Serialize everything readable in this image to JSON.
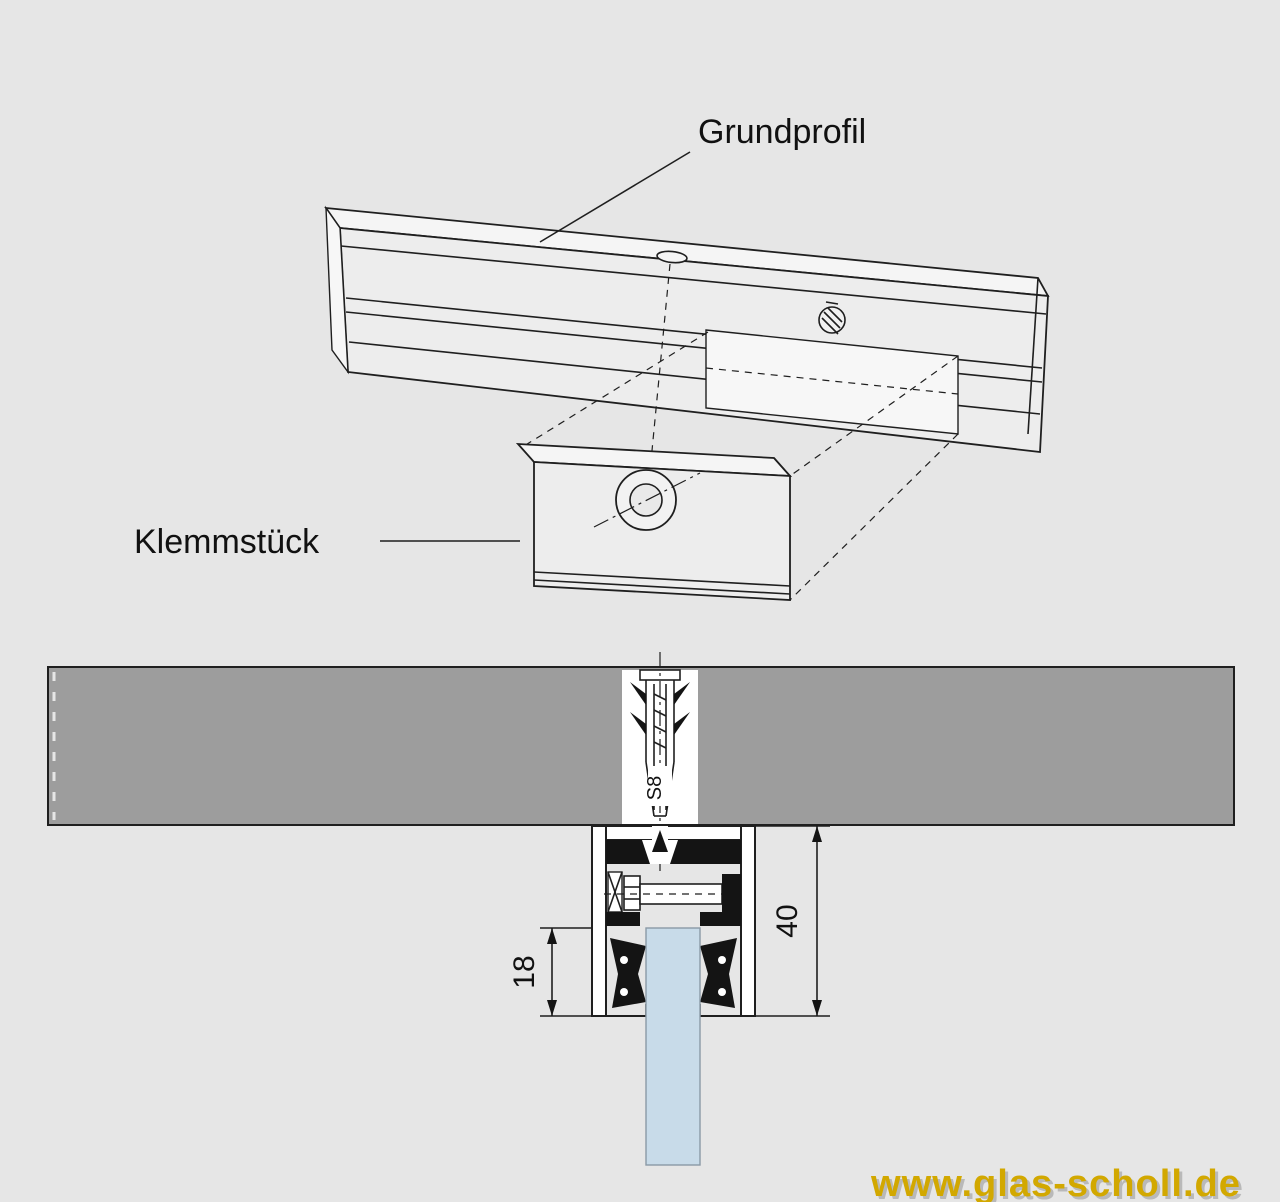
{
  "labels": {
    "grundprofil": "Grundprofil",
    "klemmstueck": "Klemmstück",
    "anchor_size": "S8",
    "dim_glass_depth": "18",
    "dim_profile_height": "40"
  },
  "watermark": {
    "text": "www.glas-scholl.de"
  },
  "colors": {
    "background": "#e6e6e6",
    "line": "#1f1f1f",
    "ceiling": "#9d9d9d",
    "glass": "#c8dbe9",
    "watermark_gold": "#d2a800",
    "watermark_shadow": "#b9b9b9"
  }
}
